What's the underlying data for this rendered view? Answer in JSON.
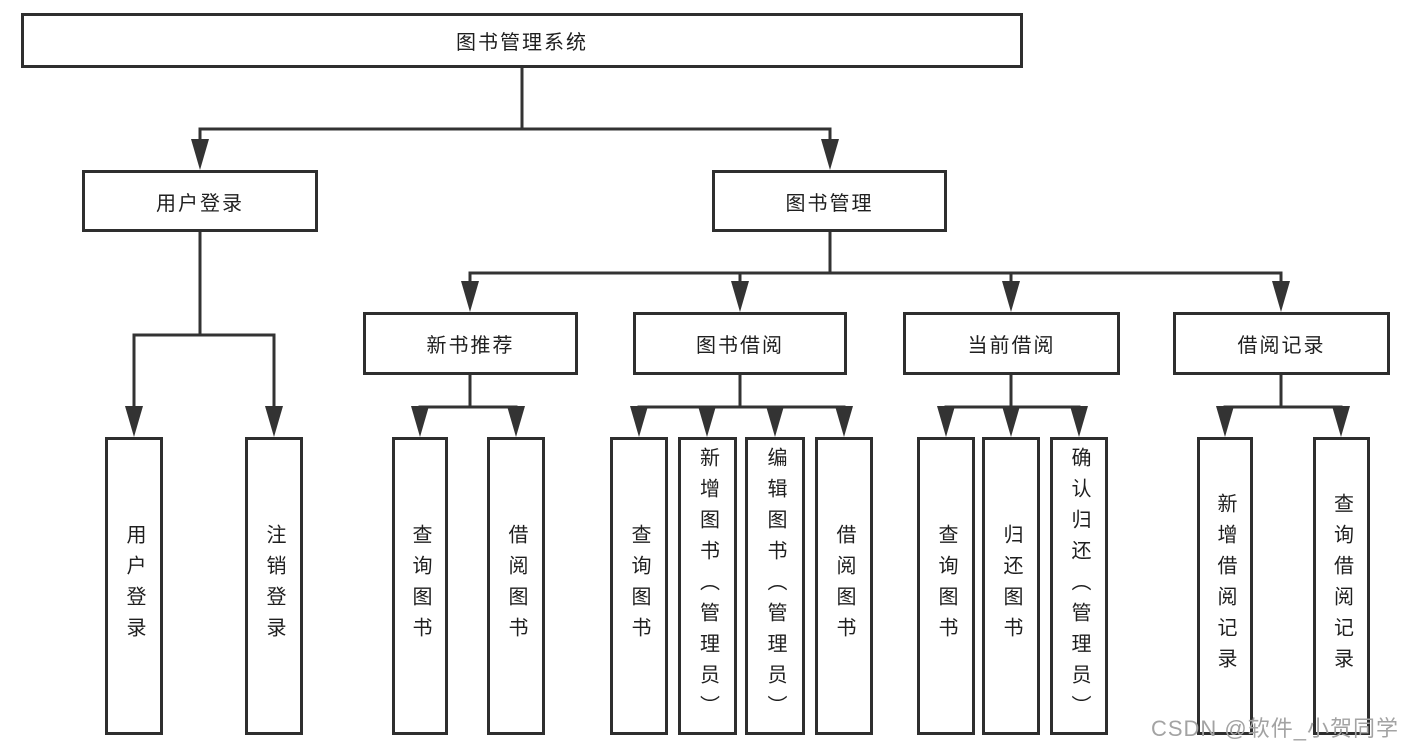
{
  "diagram": {
    "root": {
      "label": "图书管理系统"
    },
    "level2": [
      {
        "id": "user-login",
        "label": "用户登录"
      },
      {
        "id": "book-management",
        "label": "图书管理"
      }
    ],
    "level3": [
      {
        "id": "new-book-recommend",
        "label": "新书推荐",
        "parent": "图书管理"
      },
      {
        "id": "book-borrow",
        "label": "图书借阅",
        "parent": "图书管理"
      },
      {
        "id": "current-borrow",
        "label": "当前借阅",
        "parent": "图书管理"
      },
      {
        "id": "borrow-records",
        "label": "借阅记录",
        "parent": "图书管理"
      }
    ],
    "leaves": [
      {
        "id": "user-login-leaf",
        "label": "用户登录",
        "parent": "用户登录"
      },
      {
        "id": "logout",
        "label": "注销登录",
        "parent": "用户登录"
      },
      {
        "id": "query-books-recommend",
        "label": "查询图书",
        "parent": "新书推荐"
      },
      {
        "id": "borrow-books-recommend",
        "label": "借阅图书",
        "parent": "新书推荐"
      },
      {
        "id": "query-books-borrow",
        "label": "查询图书",
        "parent": "图书借阅"
      },
      {
        "id": "add-books-admin",
        "label": "新增图书（管理员）",
        "parent": "图书借阅"
      },
      {
        "id": "edit-books-admin",
        "label": "编辑图书（管理员）",
        "parent": "图书借阅"
      },
      {
        "id": "borrow-books-borrow",
        "label": "借阅图书",
        "parent": "图书借阅"
      },
      {
        "id": "query-books-current",
        "label": "查询图书",
        "parent": "当前借阅"
      },
      {
        "id": "return-books",
        "label": "归还图书",
        "parent": "当前借阅"
      },
      {
        "id": "confirm-return-admin",
        "label": "确认归还（管理员）",
        "parent": "当前借阅"
      },
      {
        "id": "add-borrow-record",
        "label": "新增借阅记录",
        "parent": "借阅记录"
      },
      {
        "id": "query-borrow-record",
        "label": "查询借阅记录",
        "parent": "借阅记录"
      }
    ]
  },
  "watermark": {
    "text": "CSDN @软件_小贺同学"
  },
  "colors": {
    "line": "#333333",
    "box_border": "#2e2e2e",
    "box_fill": "#ffffff",
    "text": "#1f1f1f",
    "watermark": "#a3a3a3",
    "background": "#ffffff"
  }
}
